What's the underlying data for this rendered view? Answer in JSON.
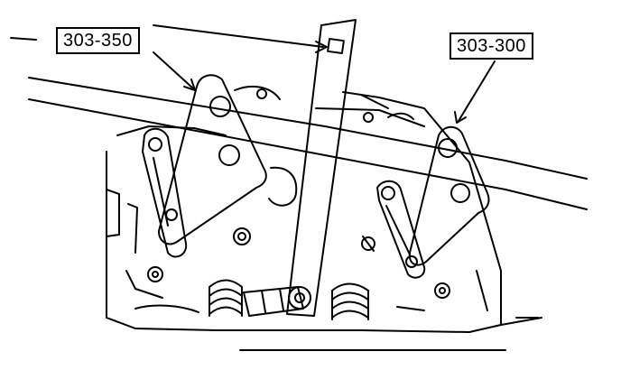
{
  "callouts": [
    {
      "id": "a",
      "text": "303-350"
    },
    {
      "id": "b",
      "text": "303-300"
    }
  ],
  "colors": {
    "ink": "#000000",
    "paper": "#ffffff"
  }
}
